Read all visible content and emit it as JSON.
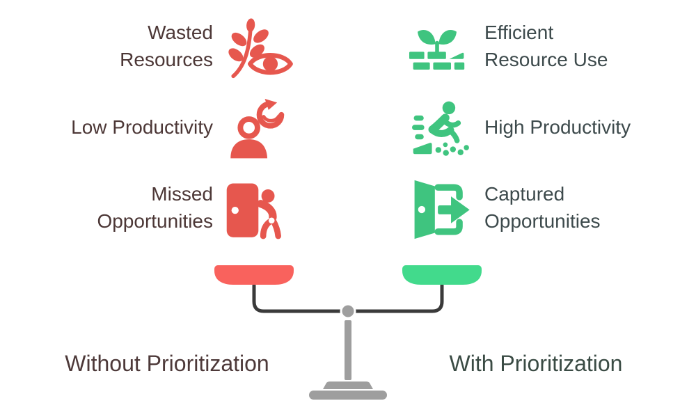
{
  "diagram": {
    "left": {
      "title": "Without Prioritization",
      "items": [
        {
          "label": "Wasted\nResources",
          "icon": "wheat-eye-icon"
        },
        {
          "label": "Low Productivity",
          "icon": "person-clock-icon"
        },
        {
          "label": "Missed\nOpportunities",
          "icon": "door-person-icon"
        }
      ]
    },
    "right": {
      "title": "With Prioritization",
      "items": [
        {
          "label": "Efficient\nResource Use",
          "icon": "sprout-bricks-icon"
        },
        {
          "label": "High Productivity",
          "icon": "runner-icon"
        },
        {
          "label": "Captured\nOpportunities",
          "icon": "door-arrow-icon"
        }
      ]
    }
  },
  "colors": {
    "negative": "#e6574e",
    "negative_pan": "#f9625d",
    "positive": "#3fc47f",
    "positive_pan": "#42da8c",
    "negative_text": "#4c3736",
    "positive_text": "#3d4a4c",
    "negative_title_text": "#4d3939",
    "positive_title_text": "#3a4b44",
    "beam": "#3a3a3a",
    "stand": "#9e9e9e"
  }
}
